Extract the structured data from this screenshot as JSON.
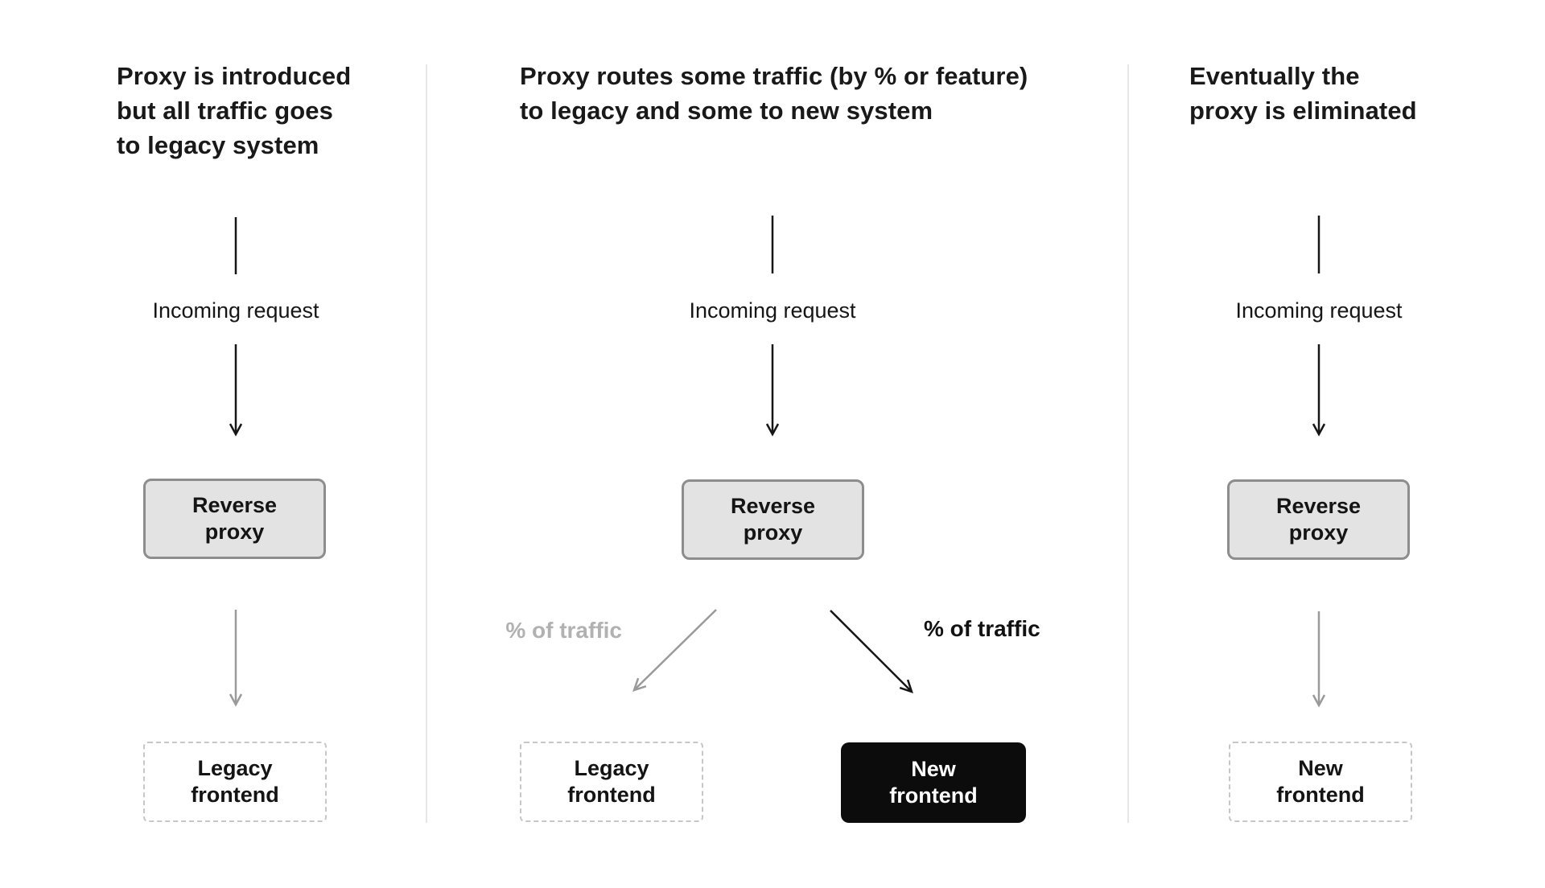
{
  "panels": [
    {
      "title": "Proxy is introduced\nbut all traffic goes\nto legacy system",
      "incoming_label": "Incoming request",
      "proxy_box_label": "Reverse\nproxy",
      "bottom_box_label": "Legacy\nfrontend"
    },
    {
      "title": "Proxy routes some traffic (by % or feature)\nto legacy and some to new system",
      "incoming_label": "Incoming request",
      "proxy_box_label": "Reverse\nproxy",
      "legacy_box_label": "Legacy\nfrontend",
      "new_box_label": "New\nfrontend",
      "traffic_label_left": "% of traffic",
      "traffic_label_right": "% of traffic"
    },
    {
      "title": "Eventually the\nproxy is eliminated",
      "incoming_label": "Incoming request",
      "proxy_box_label": "Reverse\nproxy",
      "bottom_box_label": "New\nfrontend"
    }
  ],
  "colors": {
    "background": "#ffffff",
    "title_text": "#191919",
    "black_arrow": "#161616",
    "gray_arrow": "#9a9a9a",
    "gray_label": "#b1b1b1",
    "proxy_box_fill": "#e3e3e3",
    "proxy_box_border": "#8d8d8d",
    "dashed_border": "#c7c7c7",
    "new_box_fill": "#0c0c0c",
    "divider": "#e6e6e6"
  }
}
